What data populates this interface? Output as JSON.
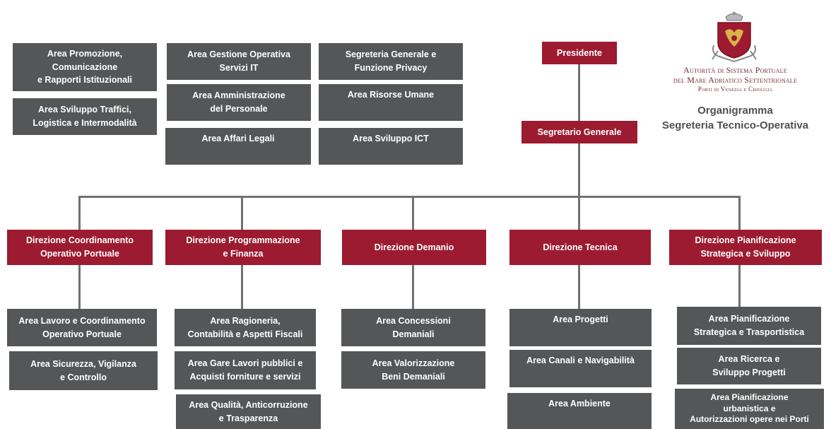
{
  "colors": {
    "grey_box": "#555657",
    "red_box": "#9d1b30",
    "connector": "#6e7270",
    "logo_text": "#6d2a2a"
  },
  "logo": {
    "icon": "venice-lion-crest-icon",
    "line1": "Autorità di Sistema Portuale",
    "line2": "del Mare Adriatico Settentrionale",
    "line3": "Porti di Venezia e Chioggia"
  },
  "title": {
    "line1": "Organigramma",
    "line2": "Segreteria Tecnico-Operativa"
  },
  "top": {
    "presidente": "Presidente",
    "segretario": "Segretario Generale"
  },
  "staff_areas": [
    "Area Promozione,\nComunicazione\ne Rapporti Istituzionali",
    "Area Sviluppo  Traffici,\nLogistica  e Intermodalità",
    "Area Gestione Operativa\nServizi IT",
    "Area Amministrazione\ndel Personale",
    "Area Affari Legali",
    "Segreteria Generale e\nFunzione Privacy",
    "Area Risorse Umane",
    "Area Sviluppo  ICT"
  ],
  "directions": [
    {
      "name": "Direzione Coordinamento\nOperativo Portuale",
      "areas": [
        "Area Lavoro e Coordinamento\nOperativo Portuale",
        "Area Sicurezza,  Vigilanza\ne Controllo"
      ]
    },
    {
      "name": "Direzione Programmazione\ne Finanza",
      "areas": [
        "Area Ragioneria,\nContabilità  e Aspetti Fiscali",
        "Area Gare Lavori pubblici  e\nAcquisti forniture e servizi",
        "Area Qualità,  Anticorruzione\ne Trasparenza"
      ]
    },
    {
      "name": "Direzione Demanio",
      "areas": [
        "Area Concessioni\nDemaniali",
        "Area Valorizzazione\nBeni Demaniali"
      ]
    },
    {
      "name": "Direzione Tecnica",
      "areas": [
        "Area Progetti",
        "Area Canali  e Navigabilità",
        "Area  Ambiente"
      ]
    },
    {
      "name": "Direzione Pianificazione\nStrategica e Sviluppo",
      "areas": [
        "Area Pianificazione\nStrategica  e Trasportistica",
        "Area Ricerca  e\nSviluppo  Progetti",
        "Area Pianificazione\nurbanistica  e\nAutorizzazioni  opere nei Porti"
      ]
    }
  ]
}
